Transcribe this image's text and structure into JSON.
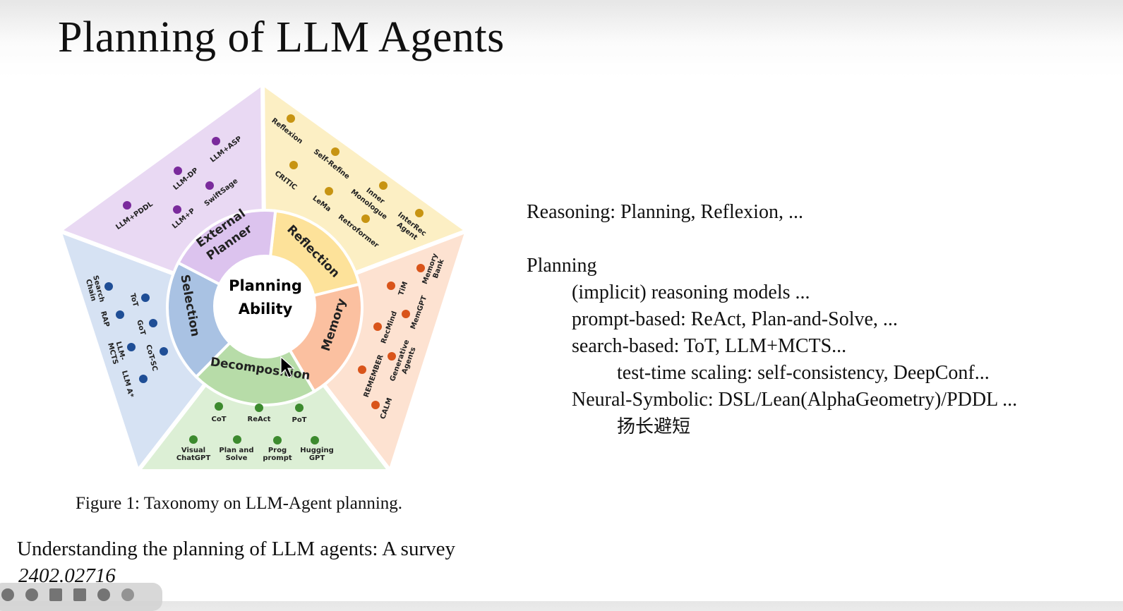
{
  "slide": {
    "title": "Planning of LLM Agents",
    "caption": "Figure 1: Taxonomy on LLM-Agent planning.",
    "reference_title": "Understanding the planning of LLM agents: A survey",
    "reference_id": "2402.02716"
  },
  "figure": {
    "center": [
      "Planning",
      "Ability"
    ],
    "categories": {
      "external_planner": {
        "label": [
          "External",
          "Planner"
        ],
        "color": "#e9d9f3",
        "ring": "#dcc3ee",
        "dot": "#7a2a9c",
        "items": [
          "LLM+PDDL",
          "LLM-DP",
          "LLM+ASP",
          "SwiftSage",
          "LLM+P"
        ]
      },
      "reflection": {
        "label": "Reflection",
        "color": "#fcefc4",
        "ring": "#fde29a",
        "dot": "#c79412",
        "items": [
          "Reflexion",
          "Self-Refine",
          "CRITIC",
          "LeMa",
          "Inner",
          "Monologue",
          "Retroformer",
          "InterRec",
          "Agent"
        ]
      },
      "memory": {
        "label": "Memory",
        "color": "#fde2d1",
        "ring": "#fbc0a0",
        "dot": "#d9541a",
        "items": [
          "Memory",
          "Bank",
          "TiM",
          "MemGPT",
          "RecMind",
          "Generative",
          "Agents",
          "REMEMBER",
          "CALM"
        ]
      },
      "decomposition": {
        "label": "Decomposition",
        "color": "#dcefd5",
        "ring": "#b7dca8",
        "dot": "#3c8a2e",
        "items": [
          "CoT",
          "ReAct",
          "PoT",
          "Visual",
          "ChatGPT",
          "Plan and",
          "Solve",
          "Prog",
          "prompt",
          "Hugging",
          "GPT"
        ]
      },
      "selection": {
        "label": "Selection",
        "color": "#d6e2f3",
        "ring": "#a9c2e3",
        "dot": "#1f4e96",
        "items": [
          "Search",
          "Chain",
          "ToT",
          "RAP",
          "GoT",
          "LLM-",
          "MCTS",
          "CoT-SC",
          "LLM A*"
        ]
      }
    }
  },
  "notes": {
    "line1": "Reasoning: Planning, Reflexion,  ...",
    "line2": "Planning",
    "line3": "(implicit) reasoning models ...",
    "line4": "prompt-based: ReAct, Plan-and-Solve, ...",
    "line5": "search-based: ToT, LLM+MCTS...",
    "line6": "test-time scaling: self-consistency, DeepConf...",
    "line7": "Neural-Symbolic: DSL/Lean(AlphaGeometry)/PDDL ...",
    "line8": "扬长避短"
  }
}
